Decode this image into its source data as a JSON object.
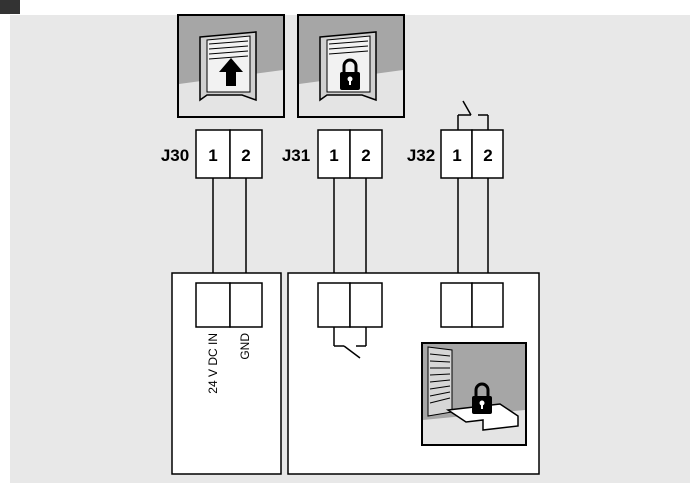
{
  "connectors": [
    {
      "name": "J30",
      "pins": [
        "1",
        "2"
      ]
    },
    {
      "name": "J31",
      "pins": [
        "1",
        "2"
      ]
    },
    {
      "name": "J32",
      "pins": [
        "1",
        "2"
      ]
    }
  ],
  "terminal_labels": {
    "pin1": "24 V DC IN",
    "pin2": "GND"
  },
  "icons": {
    "door_open": "door-open-arrow-icon",
    "door_locked": "door-lock-icon",
    "lock_panel": "shutter-lock-icon"
  },
  "colors": {
    "background_panel": "#e8e8e8",
    "icon_fill": "#a8a8a8",
    "line": "#000000"
  }
}
